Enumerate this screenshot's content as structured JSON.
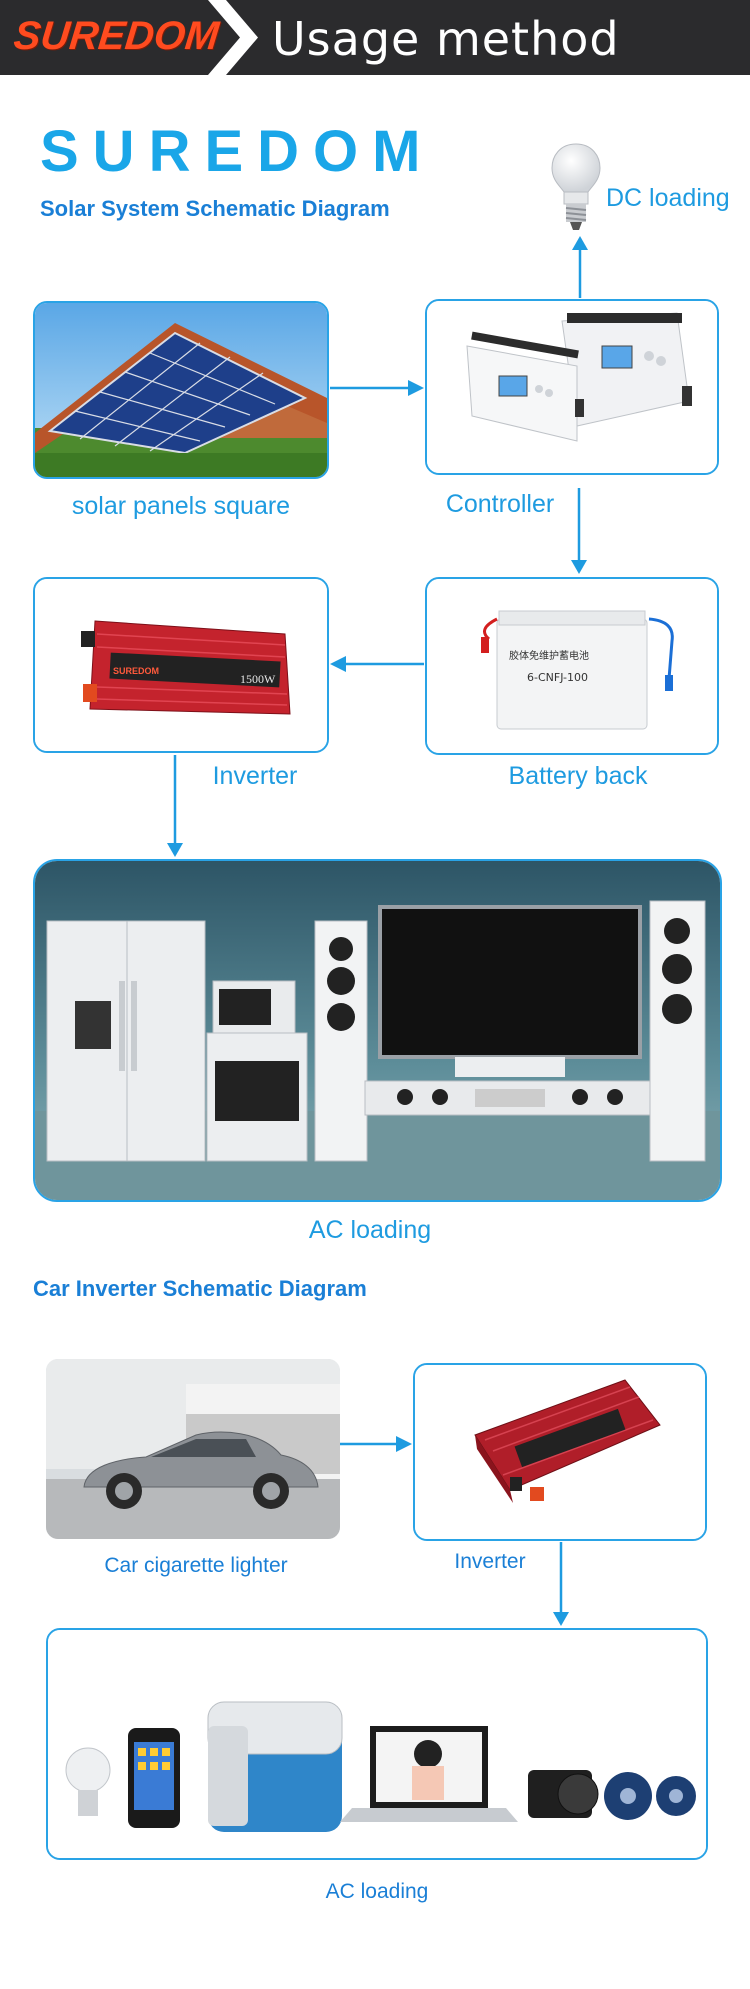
{
  "header": {
    "brand": "SUREDOM",
    "title": "Usage method"
  },
  "brand_title": "SUREDOM",
  "solar_section": {
    "title": "Solar System Schematic Diagram",
    "dc_loading": "DC loading",
    "solar_panels": "solar panels square",
    "controller": "Controller",
    "inverter": "Inverter",
    "battery": "Battery back",
    "ac_loading": "AC loading",
    "inverter_rating": "1500W",
    "battery_text_cn": "胶体免维护蓄电池",
    "battery_model": "6-CNFJ-100"
  },
  "car_section": {
    "title": "Car Inverter Schematic Diagram",
    "car_lighter": "Car cigarette lighter",
    "inverter": "Inverter",
    "ac_loading": "AC loading"
  },
  "colors": {
    "accent": "#1aa6e8",
    "header_bg": "#2b2b2d",
    "brand_red": "#ff4b1f",
    "arrow": "#1e9be0"
  }
}
